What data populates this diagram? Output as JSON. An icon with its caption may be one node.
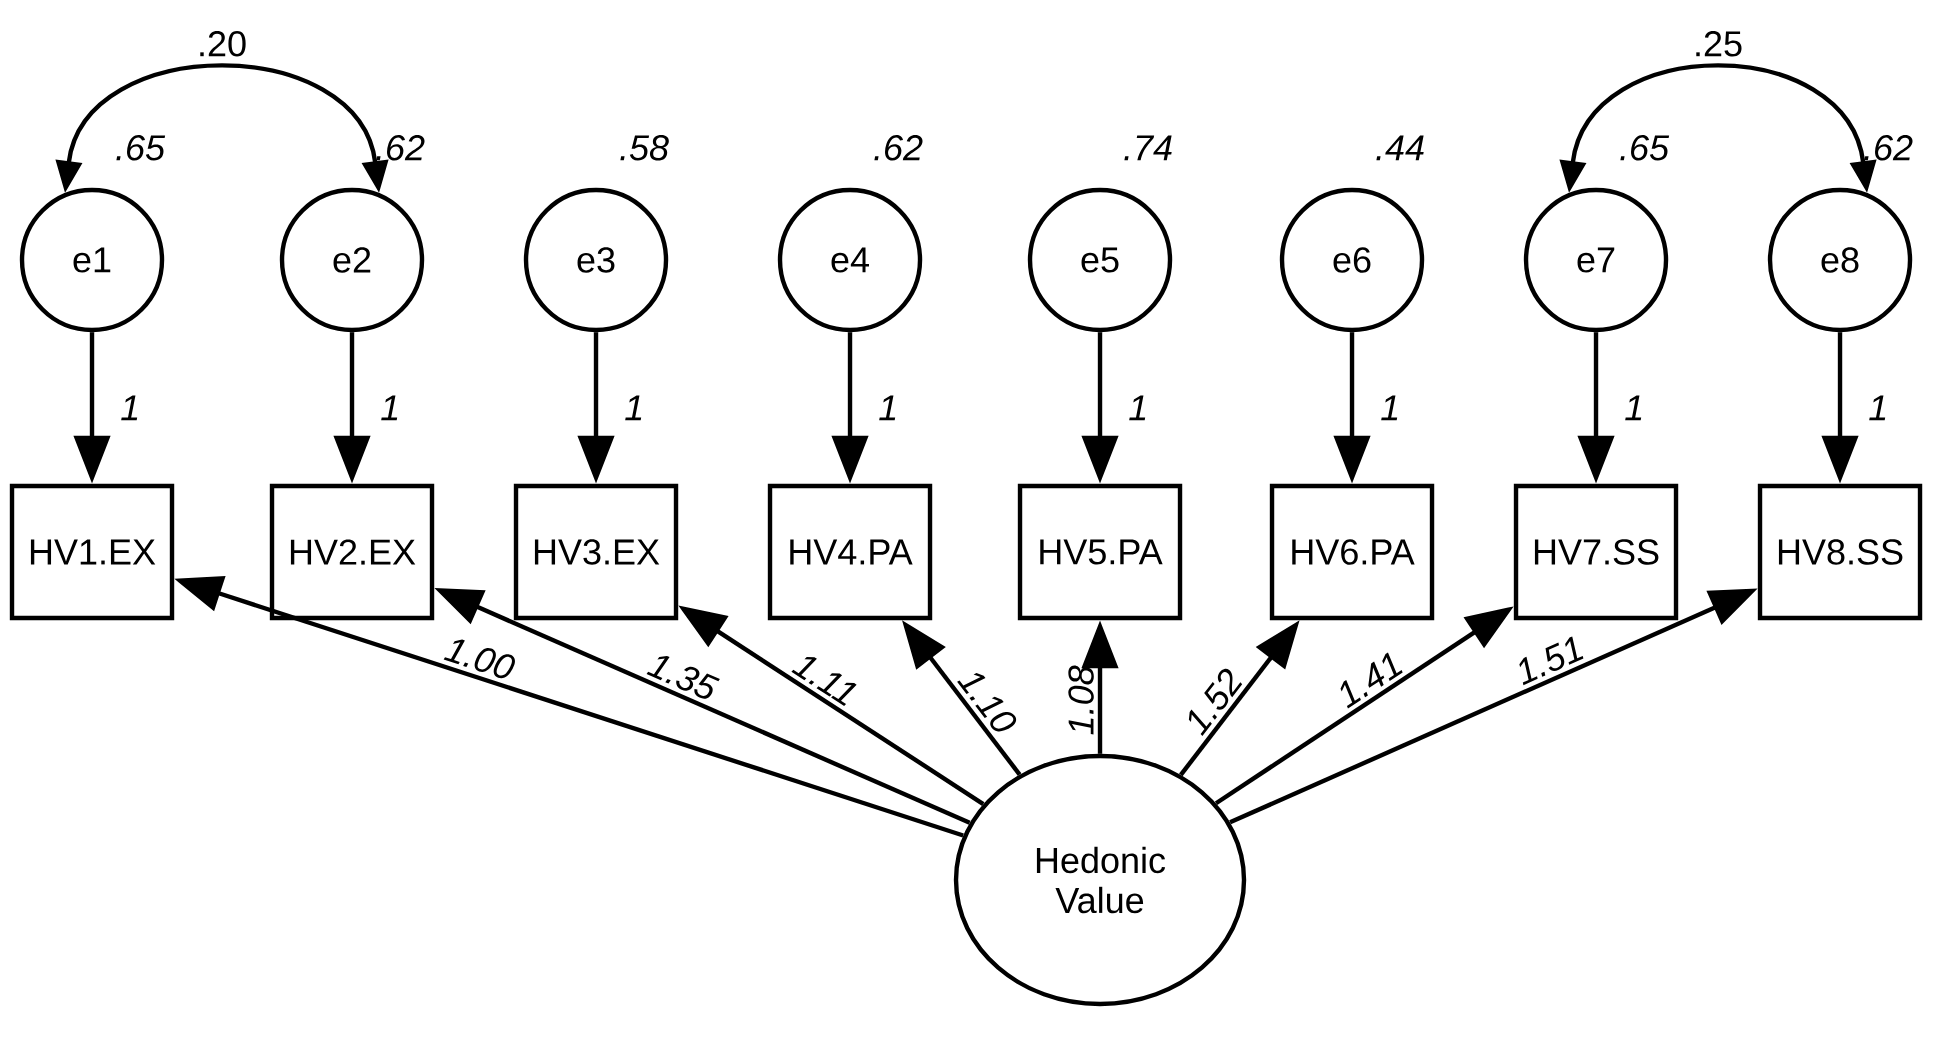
{
  "diagram": {
    "nodes": [
      {
        "text": [
          "e1"
        ],
        "beside": [
          ".65"
        ]
      },
      {
        "text": [
          "e2"
        ],
        "beside": [
          ".62"
        ]
      },
      {
        "text": [
          "e3"
        ],
        "beside": [
          ".58"
        ]
      },
      {
        "text": [
          "e4"
        ],
        "beside": [
          ".62"
        ]
      },
      {
        "text": [
          "e5"
        ],
        "beside": [
          ".74"
        ]
      },
      {
        "text": [
          "e6"
        ],
        "beside": [
          ".44"
        ]
      },
      {
        "text": [
          "e7"
        ],
        "beside": [
          ".65"
        ]
      },
      {
        "text": [
          "e8"
        ],
        "beside": [
          ".62"
        ]
      },
      {
        "text": [
          "HV1.EX"
        ]
      },
      {
        "text": [
          "HV2.EX"
        ]
      },
      {
        "text": [
          "HV3.EX"
        ]
      },
      {
        "text": [
          "HV4.PA"
        ]
      },
      {
        "text": [
          "HV5.PA"
        ]
      },
      {
        "text": [
          "HV6.PA"
        ]
      },
      {
        "text": [
          "HV7.SS"
        ]
      },
      {
        "text": [
          "HV8.SS"
        ]
      },
      {
        "text": [
          "Hedonic Value"
        ]
      }
    ],
    "edges": [
      {
        "from": 0,
        "to": 8,
        "arrow": "to",
        "label": "1"
      },
      {
        "from": 1,
        "to": 9,
        "arrow": "to",
        "label": "1"
      },
      {
        "from": 2,
        "to": 10,
        "arrow": "to",
        "label": "1"
      },
      {
        "from": 3,
        "to": 11,
        "arrow": "to",
        "label": "1"
      },
      {
        "from": 4,
        "to": 12,
        "arrow": "to",
        "label": "1"
      },
      {
        "from": 5,
        "to": 13,
        "arrow": "to",
        "label": "1"
      },
      {
        "from": 6,
        "to": 14,
        "arrow": "to",
        "label": "1"
      },
      {
        "from": 7,
        "to": 15,
        "arrow": "to",
        "label": "1"
      },
      {
        "from": 16,
        "to": 8,
        "arrow": "to",
        "label": "1.00"
      },
      {
        "from": 16,
        "to": 9,
        "arrow": "to",
        "label": "1.35"
      },
      {
        "from": 16,
        "to": 10,
        "arrow": "to",
        "label": "1.11"
      },
      {
        "from": 16,
        "to": 11,
        "arrow": "to",
        "label": "1.10"
      },
      {
        "from": 16,
        "to": 12,
        "arrow": "to",
        "label": "1.08"
      },
      {
        "from": 16,
        "to": 13,
        "arrow": "to",
        "label": "1.52"
      },
      {
        "from": 16,
        "to": 14,
        "arrow": "to",
        "label": "1.41"
      },
      {
        "from": 16,
        "to": 15,
        "arrow": "to",
        "label": "1.51"
      },
      {
        "from": 0,
        "to": 1,
        "arrow": "both",
        "label": ".20"
      },
      {
        "from": 6,
        "to": 7,
        "arrow": "both",
        "label": ".25"
      }
    ]
  }
}
